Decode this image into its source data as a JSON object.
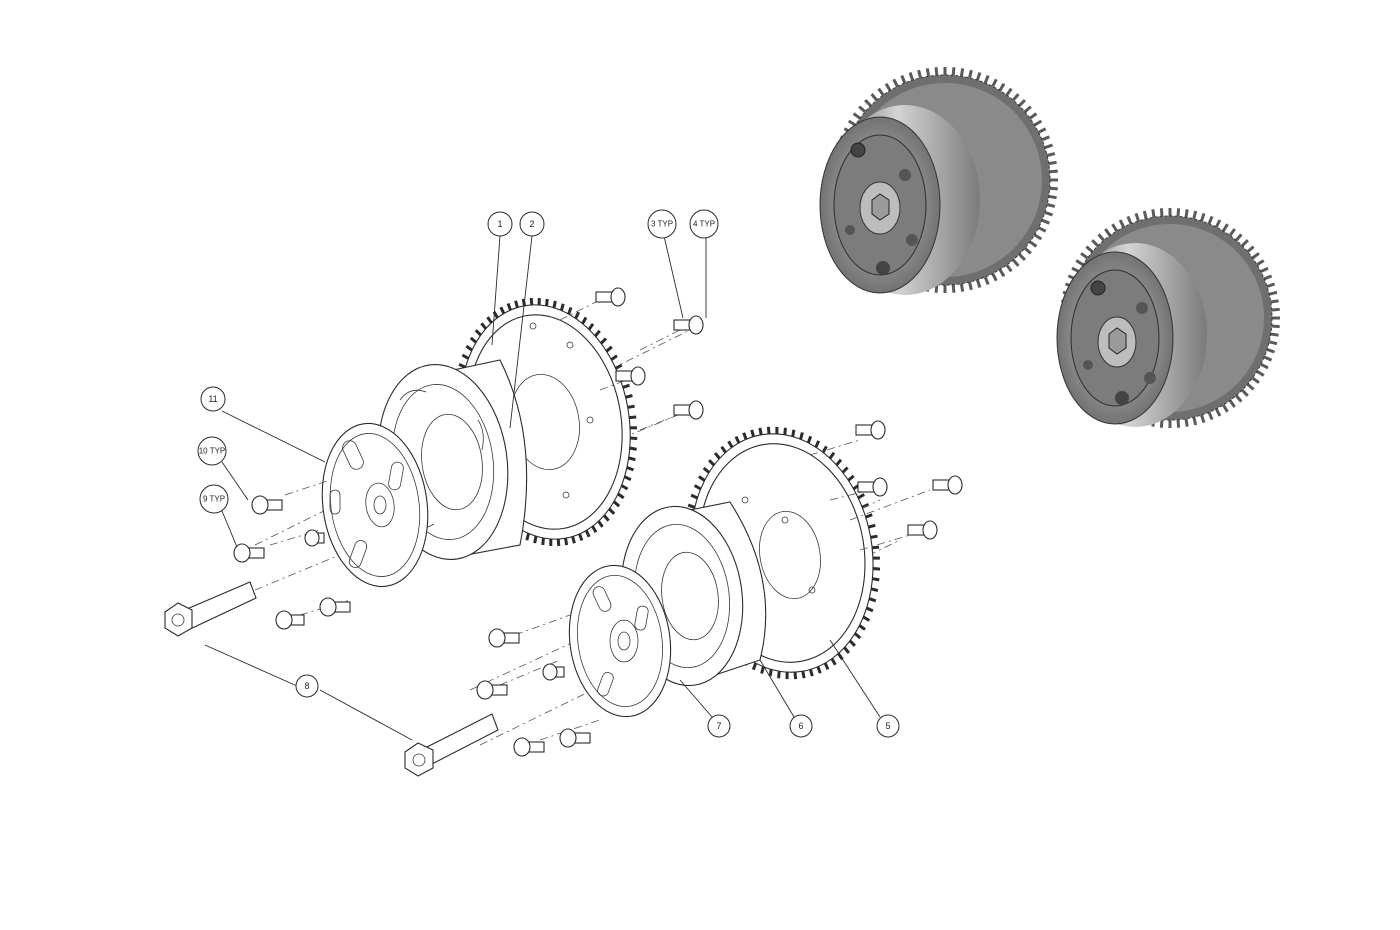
{
  "callouts": {
    "b1": "1",
    "b2": "2",
    "b3": "3 TYP",
    "b4": "4 TYP",
    "b5": "5",
    "b6": "6",
    "b7": "7",
    "b8": "8",
    "b9": "9 TYP",
    "b10": "10 TYP",
    "b11": "11"
  },
  "colors": {
    "line": "#2b2b2b",
    "render_metal": "#9a9a9a",
    "render_dark": "#555555",
    "background": "#ffffff"
  }
}
